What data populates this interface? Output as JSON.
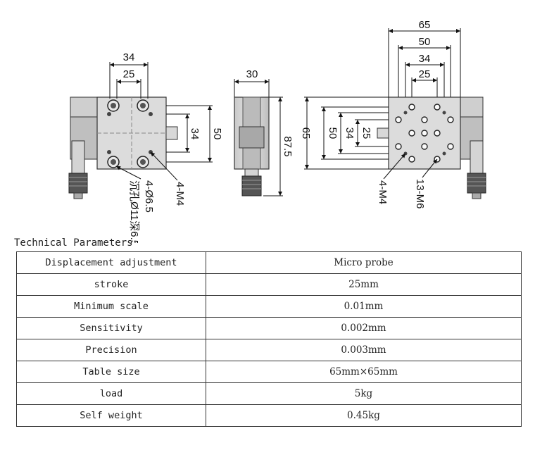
{
  "drawing": {
    "view1": {
      "dim_top_outer": "34",
      "dim_top_inner": "25",
      "dim_right_inner": "34",
      "dim_right_outer": "50",
      "callout_threads": "4-M4",
      "callout_holes_a": "4-Ø6.5",
      "callout_holes_b": "沉孔Ø11深6.5"
    },
    "view2": {
      "dim_width": "30",
      "dim_length": "87.5"
    },
    "view3": {
      "dim_top_1": "65",
      "dim_top_2": "50",
      "dim_top_3": "34",
      "dim_top_4": "25",
      "dim_left_1": "65",
      "dim_left_2": "50",
      "dim_left_3": "34",
      "dim_left_4": "25",
      "callout_threads": "4-M4",
      "callout_holes": "13-M6"
    }
  },
  "table": {
    "title": "Technical Parameters",
    "rows": [
      {
        "label": "Displacement adjustment",
        "value": "Micro probe"
      },
      {
        "label": "stroke",
        "value": "25mm"
      },
      {
        "label": "Minimum scale",
        "value": "0.01mm"
      },
      {
        "label": "Sensitivity",
        "value": "0.002mm"
      },
      {
        "label": "Precision",
        "value": "0.003mm"
      },
      {
        "label": "Table size",
        "value": "65mm×65mm"
      },
      {
        "label": "load",
        "value": "5kg"
      },
      {
        "label": "Self weight",
        "value": "0.45kg"
      }
    ]
  }
}
